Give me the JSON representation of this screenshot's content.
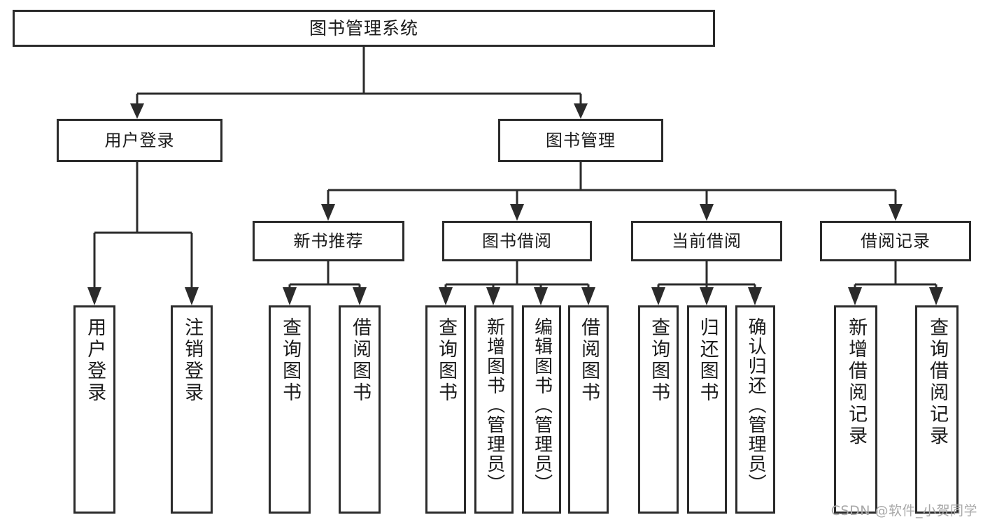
{
  "diagram": {
    "type": "tree",
    "title": "图书管理系统",
    "orientation": "top-down",
    "colors": {
      "stroke": "#2b2b2b",
      "box_fill": "#ffffff",
      "text": "#1b1b1b",
      "watermark": "#a8a8a8",
      "background": "#ffffff"
    },
    "root": {
      "label": "图书管理系统"
    },
    "level2": [
      {
        "label": "用户登录"
      },
      {
        "label": "图书管理"
      }
    ],
    "level3": [
      {
        "label": "新书推荐"
      },
      {
        "label": "图书借阅"
      },
      {
        "label": "当前借阅"
      },
      {
        "label": "借阅记录"
      }
    ],
    "leaves": {
      "user_login": [
        {
          "label": "用户登录"
        },
        {
          "label": "注销登录"
        }
      ],
      "new_book_recommend": [
        {
          "label": "查询图书"
        },
        {
          "label": "借阅图书"
        }
      ],
      "book_borrow": [
        {
          "label": "查询图书"
        },
        {
          "label": "新增图书（管理员）"
        },
        {
          "label": "编辑图书（管理员）"
        },
        {
          "label": "借阅图书"
        }
      ],
      "current_borrow": [
        {
          "label": "查询图书"
        },
        {
          "label": "归还图书"
        },
        {
          "label": "确认归还（管理员）"
        }
      ],
      "borrow_record": [
        {
          "label": "新增借阅记录"
        },
        {
          "label": "查询借阅记录"
        }
      ]
    }
  },
  "watermark": {
    "text": "CSDN @软件_小贺同学"
  }
}
